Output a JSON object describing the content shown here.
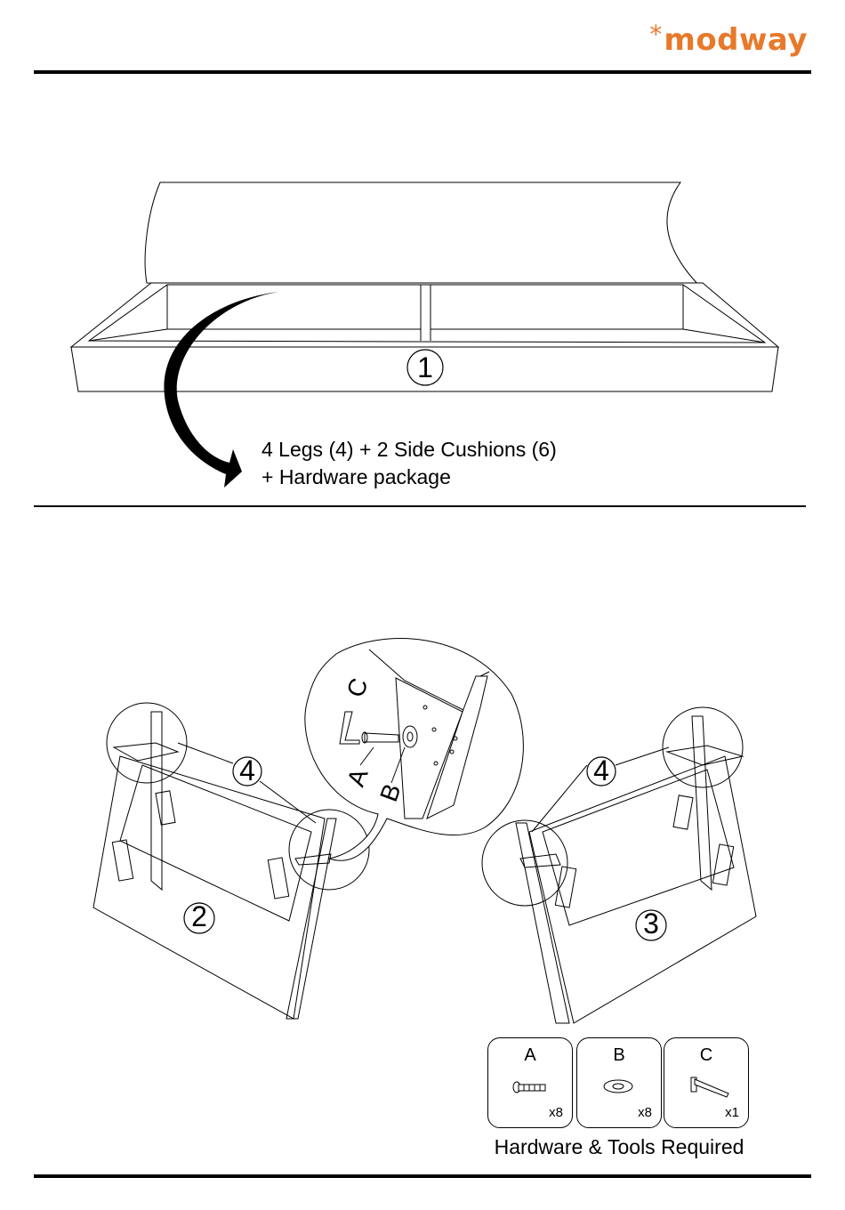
{
  "brand": {
    "logo_star": "*",
    "logo_text": "modway",
    "accent_color": "#e8792b"
  },
  "step1": {
    "callout_number": "1",
    "contents_line1": "4 Legs (4) + 2 Side Cushions (6)",
    "contents_line2": "+ Hardware package"
  },
  "step2": {
    "left_panel_number": "2",
    "right_panel_number": "3",
    "leg_callout_left": "4",
    "leg_callout_right": "4",
    "detail_labels": {
      "a": "A",
      "b": "B",
      "c": "C"
    }
  },
  "hardware": {
    "items": [
      {
        "letter": "A",
        "qty": "x8",
        "icon": "bolt-icon"
      },
      {
        "letter": "B",
        "qty": "x8",
        "icon": "washer-icon"
      },
      {
        "letter": "C",
        "qty": "x1",
        "icon": "allen-key-icon"
      }
    ],
    "caption": "Hardware & Tools Required"
  }
}
